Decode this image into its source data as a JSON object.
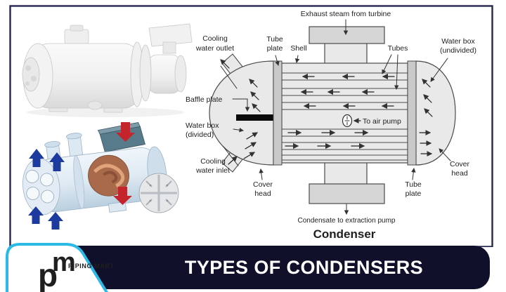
{
  "banner": {
    "title": "TYPES OF CONDENSERS"
  },
  "logo": {
    "brand": "PIPING MART",
    "monogram_p": "p",
    "monogram_m": "m"
  },
  "diagram": {
    "caption": "Condenser",
    "labels": {
      "exhaust_steam": "Exhaust steam from turbine",
      "tube_plate_left": [
        "Tube",
        "plate"
      ],
      "shell": "Shell",
      "tubes": "Tubes",
      "water_box_undivided": [
        "Water box",
        "(undivided)"
      ],
      "cooling_water_outlet": [
        "Cooling",
        "water outlet"
      ],
      "baffle_plate": "Baffle plate",
      "water_box_divided": [
        "Water box",
        "(divided)"
      ],
      "to_air_pump": "To air pump",
      "cooling_water_inlet": [
        "Cooling",
        "water inlet"
      ],
      "cover_head_left": [
        "Cover",
        "head"
      ],
      "cover_head_right": [
        "Cover",
        "head"
      ],
      "tube_plate_right": [
        "Tube",
        "plate"
      ],
      "condensate": "Condensate to extraction pump"
    }
  },
  "colors": {
    "banner_bg": "#10102b",
    "accent_cyan": "#2cb9e6",
    "frame_border": "#262650",
    "diagram_fill": "#e9e9e9",
    "flange_fill": "#d6d6d6",
    "tube_plate_fill": "#c9c9c9",
    "baffle_black": "#0a0a0a",
    "arrow_red": "#c4242b",
    "arrow_blue": "#1d3a9e",
    "label_text": "#1f1f1f"
  }
}
